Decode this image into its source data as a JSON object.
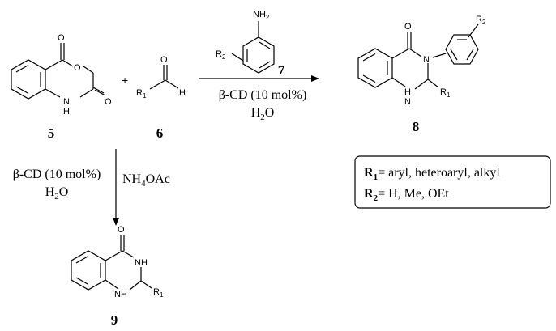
{
  "compounds": {
    "c5": {
      "label": "5"
    },
    "c6": {
      "label": "6"
    },
    "c7": {
      "label": "7"
    },
    "c8": {
      "label": "8"
    },
    "c9": {
      "label": "9"
    }
  },
  "atoms": {
    "O": "O",
    "N": "N",
    "H": "H",
    "NH": "NH",
    "NH2": "NH",
    "two": "2",
    "R": "R",
    "one": "1",
    "plus": "+"
  },
  "conditions": {
    "top_catalyst": "β-CD (10 mol%)",
    "top_solvent_main": "H",
    "top_solvent_sub": "2",
    "top_solvent_tail": "O",
    "left_catalyst": "β-CD (10 mol%)",
    "left_solvent_main": "H",
    "left_solvent_sub": "2",
    "left_solvent_tail": "O",
    "reagent_main": "NH",
    "reagent_sub": "4",
    "reagent_tail": "OAc"
  },
  "legend": {
    "r1_label": "R",
    "r1_sub": "1",
    "r1_text": "= aryl, heteroaryl, alkyl",
    "r2_label": "R",
    "r2_sub": "2",
    "r2_text": "= H, Me, OEt"
  }
}
